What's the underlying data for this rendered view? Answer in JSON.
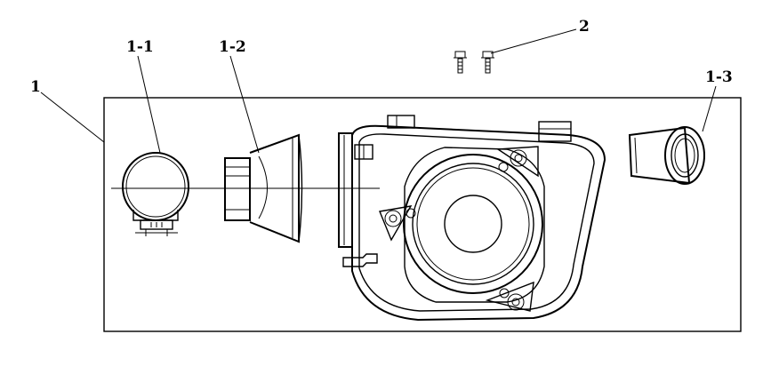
{
  "callouts": {
    "assembly": "1",
    "clamp": "1-1",
    "intake_funnel": "1-2",
    "outlet_sleeve": "1-3",
    "bolts": "2"
  }
}
